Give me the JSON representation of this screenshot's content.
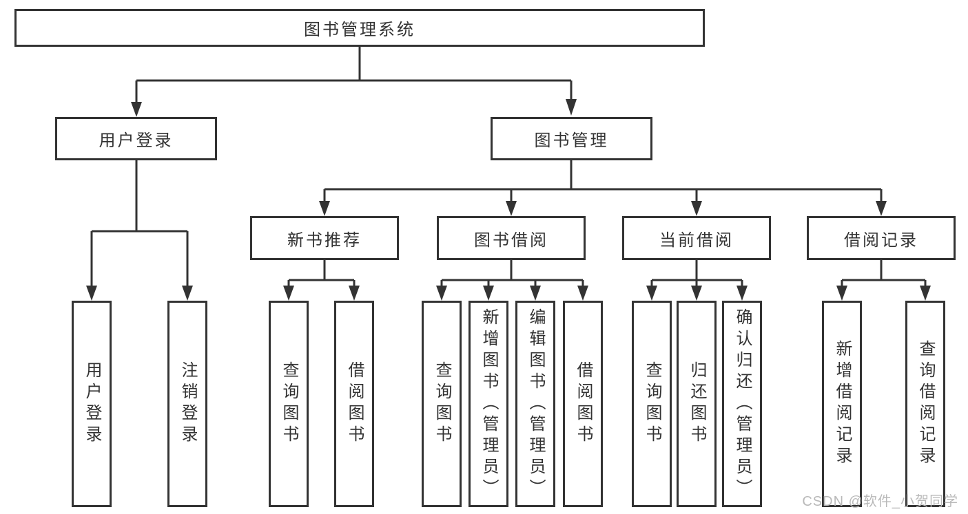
{
  "diagram": {
    "title": "图书管理系统",
    "level2": {
      "user_login": {
        "label": "用户登录"
      },
      "book_management": {
        "label": "图书管理"
      }
    },
    "level3": {
      "new_book_recommend": {
        "label": "新书推荐"
      },
      "book_borrow": {
        "label": "图书借阅"
      },
      "current_borrow": {
        "label": "当前借阅"
      },
      "borrow_records": {
        "label": "借阅记录"
      }
    },
    "leaves": {
      "user_login": [
        {
          "label": "用户登录"
        },
        {
          "label": "注销登录"
        }
      ],
      "new_book_recommend": [
        {
          "label": "查询图书"
        },
        {
          "label": "借阅图书"
        }
      ],
      "book_borrow": [
        {
          "label": "查询图书"
        },
        {
          "label": "新增图书（管理员）"
        },
        {
          "label": "编辑图书（管理员）"
        },
        {
          "label": "借阅图书"
        }
      ],
      "current_borrow": [
        {
          "label": "查询图书"
        },
        {
          "label": "归还图书"
        },
        {
          "label": "确认归还（管理员）"
        }
      ],
      "borrow_records": [
        {
          "label": "新增借阅记录"
        },
        {
          "label": "查询借阅记录"
        }
      ]
    }
  },
  "watermark": {
    "text": "CSDN @软件_小贺同学"
  },
  "colors": {
    "line": "#333333",
    "text": "#333333",
    "watermark": "#b9b9b9",
    "background": "#ffffff"
  }
}
